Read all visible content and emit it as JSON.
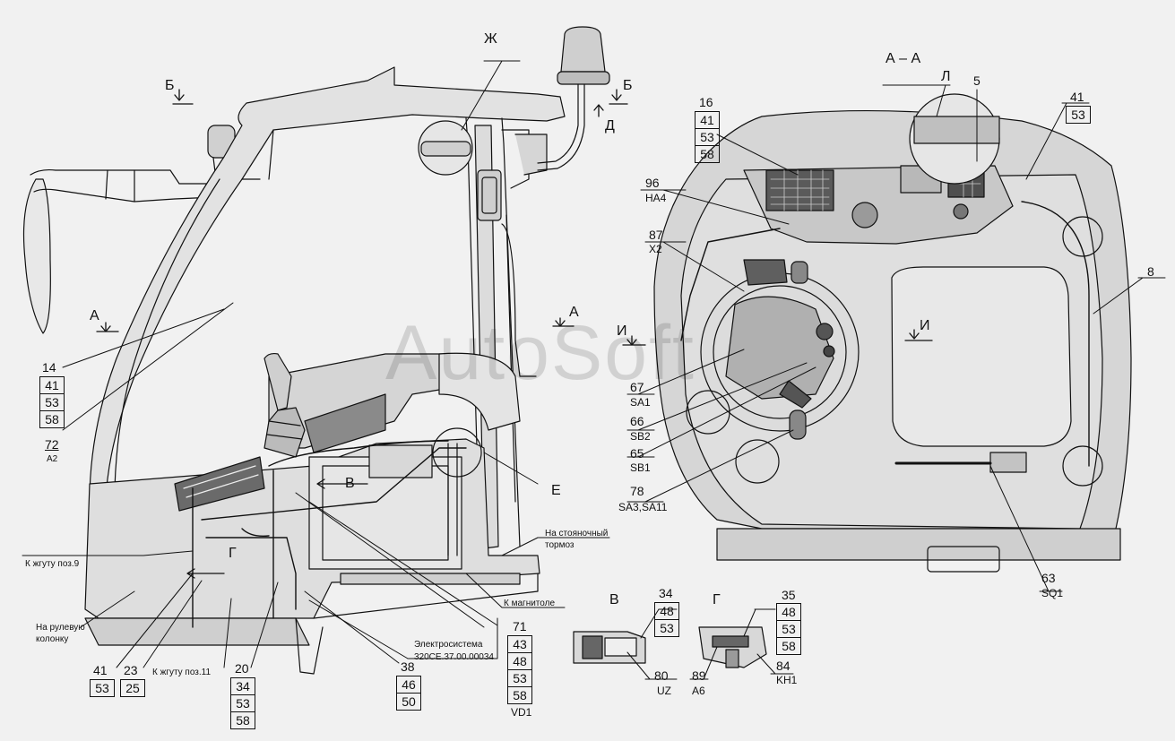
{
  "watermark": "AutoSoft",
  "views": {
    "aa": "А – А",
    "v": "В",
    "g": "Г"
  },
  "section_marks": {
    "b_left": "Б",
    "b_right": "Б",
    "d": "Д",
    "a_left": "А",
    "a_right": "А",
    "i_left": "И",
    "i_right": "И",
    "zh": "Ж",
    "l": "Л",
    "e": "Е",
    "v_arrow": "В",
    "g_arrow": "Г"
  },
  "callouts": {
    "c14": [
      "14",
      "41",
      "53",
      "58"
    ],
    "c72": [
      "72",
      "A2"
    ],
    "c41_23_25": [
      "41",
      "53",
      "23",
      "25"
    ],
    "c20": [
      "20",
      "34",
      "53",
      "58"
    ],
    "c38": [
      "38",
      "46",
      "50"
    ],
    "c71": [
      "71",
      "43",
      "48",
      "53",
      "58",
      "VD1"
    ],
    "c16": [
      "16",
      "41",
      "53",
      "58"
    ],
    "c5": "5",
    "c41r": [
      "41",
      "53"
    ],
    "c96": [
      "96",
      "HA4"
    ],
    "c87": [
      "87",
      "X2"
    ],
    "c8": "8",
    "c67": [
      "67",
      "SA1"
    ],
    "c66": [
      "66",
      "SB2"
    ],
    "c65": [
      "65",
      "SB1"
    ],
    "c78": [
      "78",
      "SA3,SA11"
    ],
    "c63": [
      "63",
      "SQ1"
    ],
    "c34": [
      "34",
      "48",
      "53"
    ],
    "c80": [
      "80",
      "UZ"
    ],
    "c35": [
      "35",
      "48",
      "53",
      "58"
    ],
    "c89": [
      "89",
      "A6"
    ],
    "c84": [
      "84",
      "KH1"
    ]
  },
  "notes": {
    "harness9": "К жгуту поз.9",
    "steering": [
      "На рулевую",
      "колонку"
    ],
    "harness11": "К жгуту поз.11",
    "parking": [
      "На стояночный",
      "тормоз"
    ],
    "radio": "К магнитоле",
    "system": [
      "Электросистема",
      "320СЕ.37.00.00034"
    ]
  },
  "colors": {
    "paper": "#f1f1f1",
    "ink": "#111111",
    "fill": "#d9d9d9",
    "dark_fill": "#444444"
  }
}
